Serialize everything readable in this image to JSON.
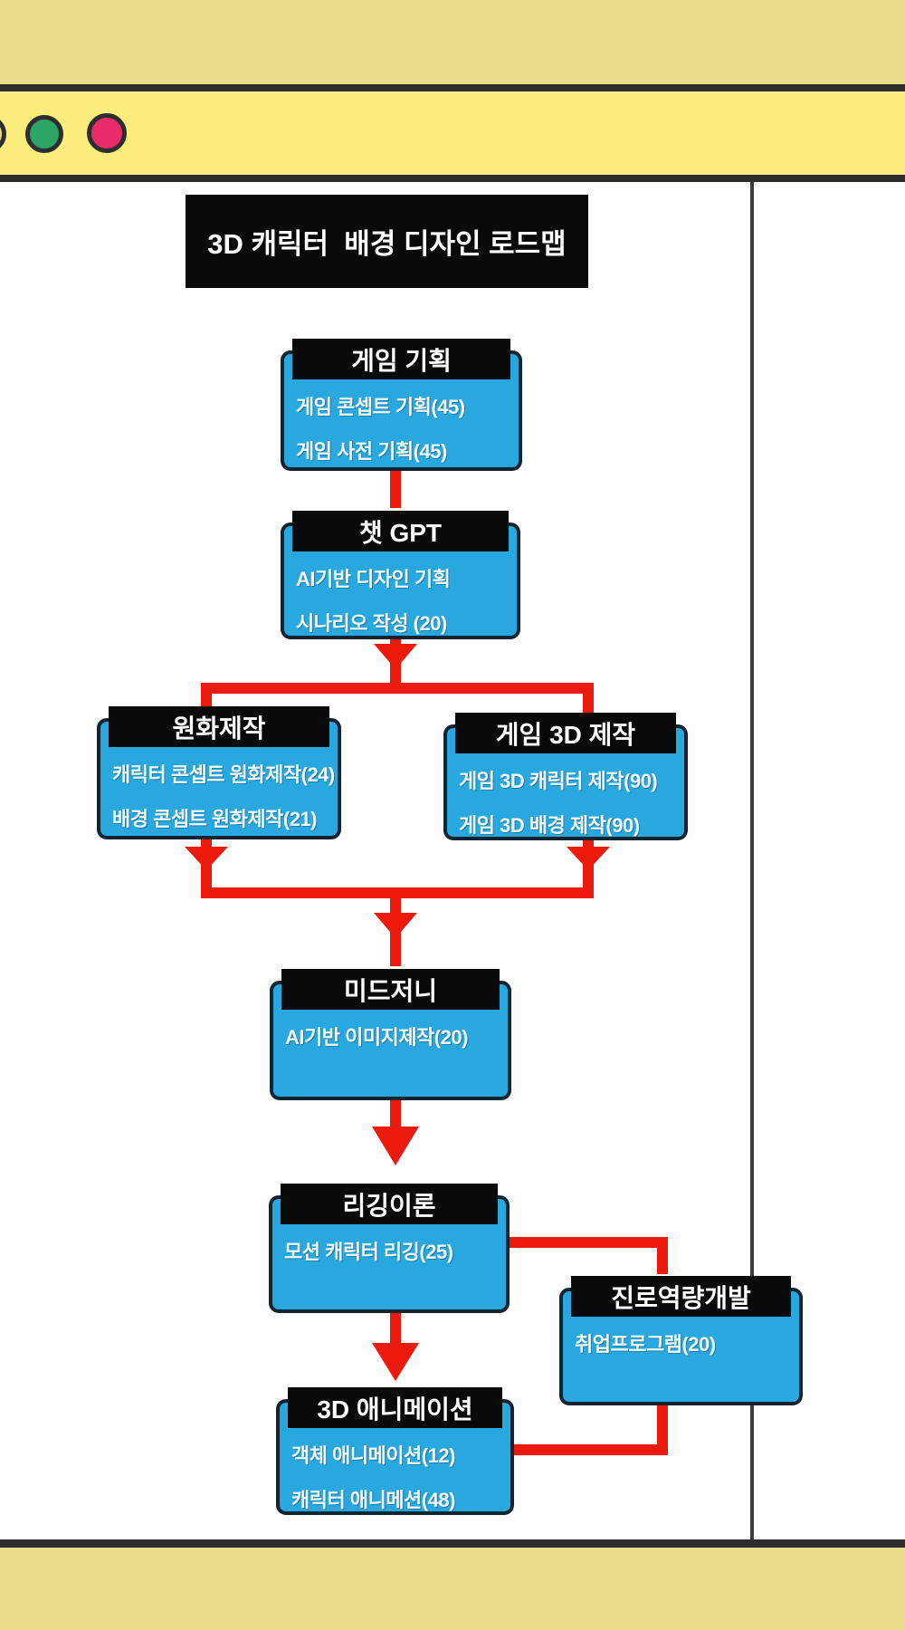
{
  "page": {
    "title_label": "3D 캐릭터  배경 디자인 로드맵"
  },
  "window_chrome": {
    "traffic_lights": [
      {
        "name": "partial-light"
      },
      {
        "name": "green-light"
      },
      {
        "name": "pink-light"
      }
    ]
  },
  "flowchart": {
    "nodes": [
      {
        "id": "game-planning",
        "header": "게임 기획",
        "lines": [
          "게임 콘셉트 기획(45)",
          "게임 사전 기획(45)"
        ]
      },
      {
        "id": "chat-gpt",
        "header": "챗 GPT",
        "lines": [
          "AI기반 디자인 기획",
          "시나리오 작성 (20)"
        ]
      },
      {
        "id": "concept-art",
        "header": "원화제작",
        "lines": [
          "캐릭터 콘셉트 원화제작(24)",
          "배경 콘셉트 원화제작(21)"
        ]
      },
      {
        "id": "game-3d",
        "header": "게임 3D 제작",
        "lines": [
          "게임 3D 캐릭터 제작(90)",
          "게임 3D 배경 제작(90)"
        ]
      },
      {
        "id": "midjourney",
        "header": "미드저니",
        "lines": [
          "AI기반 이미지제작(20)"
        ]
      },
      {
        "id": "rigging",
        "header": "리깅이론",
        "lines": [
          "모션 캐릭터 리깅(25)"
        ]
      },
      {
        "id": "career",
        "header": "진로역량개발",
        "lines": [
          "취업프로그램(20)"
        ]
      },
      {
        "id": "animation-3d",
        "header": "3D 애니메이션",
        "lines": [
          "객체 애니메이션(12)",
          "캐릭터 애니메션(48)"
        ]
      }
    ]
  },
  "colors": {
    "accent_blue": "#29a8e0",
    "accent_red": "#ec1a0d",
    "band_dark_yellow": "#e9dd89",
    "band_light_yellow": "#fbee7d",
    "header_black": "#0a0a0a",
    "green_light": "#2aa565",
    "pink_light": "#e92a6b"
  }
}
